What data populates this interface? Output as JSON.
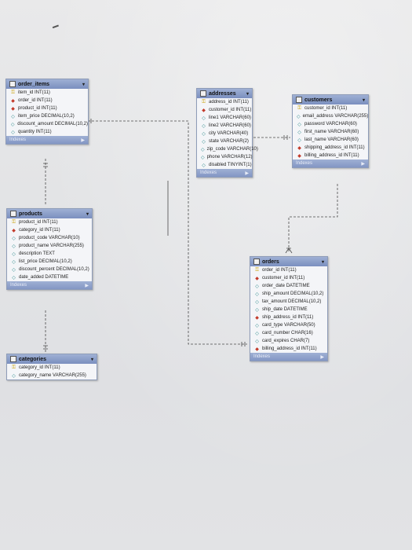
{
  "tables": [
    {
      "id": "order_items",
      "title": "order_items",
      "indexes": "Indexes",
      "columns": [
        {
          "key": "pk",
          "text": "item_id INT(11)"
        },
        {
          "key": "fk",
          "text": "order_id INT(11)"
        },
        {
          "key": "fk",
          "text": "product_id INT(11)"
        },
        {
          "key": "col",
          "text": "item_price DECIMAL(10,2)"
        },
        {
          "key": "col",
          "text": "discount_amount DECIMAL(10,2)"
        },
        {
          "key": "col",
          "text": "quantity INT(11)"
        }
      ]
    },
    {
      "id": "addresses",
      "title": "addresses",
      "indexes": "Indexes",
      "columns": [
        {
          "key": "pk",
          "text": "address_id INT(11)"
        },
        {
          "key": "fk",
          "text": "customer_id INT(11)"
        },
        {
          "key": "col",
          "text": "line1 VARCHAR(60)"
        },
        {
          "key": "col",
          "text": "line2 VARCHAR(60)"
        },
        {
          "key": "col",
          "text": "city VARCHAR(40)"
        },
        {
          "key": "col",
          "text": "state VARCHAR(2)"
        },
        {
          "key": "col",
          "text": "zip_code VARCHAR(10)"
        },
        {
          "key": "col",
          "text": "phone VARCHAR(12)"
        },
        {
          "key": "col",
          "text": "disabled TINYINT(1)"
        }
      ]
    },
    {
      "id": "customers",
      "title": "customers",
      "indexes": "Indexes",
      "columns": [
        {
          "key": "pk",
          "text": "customer_id INT(11)"
        },
        {
          "key": "col",
          "text": "email_address VARCHAR(255)"
        },
        {
          "key": "col",
          "text": "password VARCHAR(60)"
        },
        {
          "key": "col",
          "text": "first_name VARCHAR(60)"
        },
        {
          "key": "col",
          "text": "last_name VARCHAR(60)"
        },
        {
          "key": "fk",
          "text": "shipping_address_id INT(11)"
        },
        {
          "key": "fk",
          "text": "billing_address_id INT(11)"
        }
      ]
    },
    {
      "id": "products",
      "title": "products",
      "indexes": "Indexes",
      "columns": [
        {
          "key": "pk",
          "text": "product_id INT(11)"
        },
        {
          "key": "fk",
          "text": "category_id INT(11)"
        },
        {
          "key": "col",
          "text": "product_code VARCHAR(10)"
        },
        {
          "key": "col",
          "text": "product_name VARCHAR(255)"
        },
        {
          "key": "col",
          "text": "description TEXT"
        },
        {
          "key": "col",
          "text": "list_price DECIMAL(10,2)"
        },
        {
          "key": "col",
          "text": "discount_percent DECIMAL(10,2)"
        },
        {
          "key": "col",
          "text": "date_added DATETIME"
        }
      ]
    },
    {
      "id": "orders",
      "title": "orders",
      "indexes": "Indexes",
      "columns": [
        {
          "key": "pk",
          "text": "order_id INT(11)"
        },
        {
          "key": "fk",
          "text": "customer_id INT(11)"
        },
        {
          "key": "col",
          "text": "order_date DATETIME"
        },
        {
          "key": "col",
          "text": "ship_amount DECIMAL(10,2)"
        },
        {
          "key": "col",
          "text": "tax_amount DECIMAL(10,2)"
        },
        {
          "key": "col",
          "text": "ship_date DATETIME"
        },
        {
          "key": "fk",
          "text": "ship_address_id INT(11)"
        },
        {
          "key": "col",
          "text": "card_type VARCHAR(50)"
        },
        {
          "key": "col",
          "text": "card_number CHAR(16)"
        },
        {
          "key": "col",
          "text": "card_expires CHAR(7)"
        },
        {
          "key": "fk",
          "text": "billing_address_id INT(11)"
        }
      ]
    },
    {
      "id": "categories",
      "title": "categories",
      "indexes": "",
      "columns": [
        {
          "key": "pk",
          "text": "category_id INT(11)"
        },
        {
          "key": "col",
          "text": "category_name VARCHAR(255)"
        }
      ]
    }
  ],
  "icons": {
    "pk": "key-icon",
    "fk": "foreign-key-diamond-icon",
    "col": "column-diamond-icon",
    "table": "table-icon",
    "chevron": "chevron-down-icon",
    "arrow": "arrow-right-icon"
  },
  "colors": {
    "header": "#8a9ccb",
    "body": "#f4f5f8",
    "link": "#4a4a4a"
  }
}
